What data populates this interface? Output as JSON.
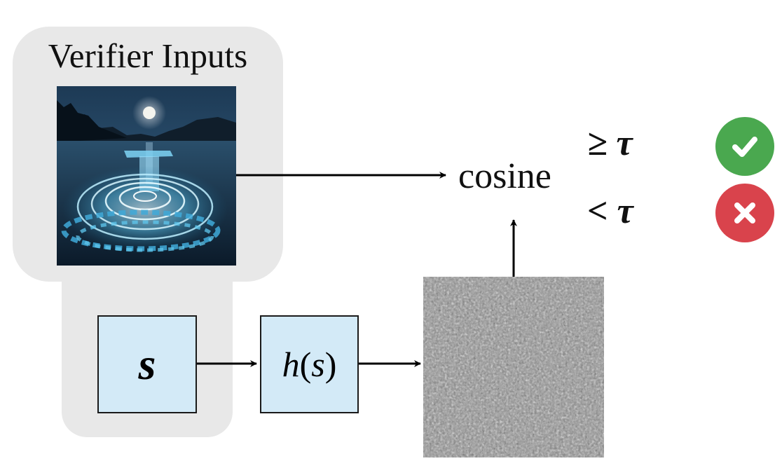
{
  "verifier": {
    "title": "Verifier Inputs"
  },
  "nodes": {
    "secret_label": "s",
    "hash_fn": "h",
    "hash_open": "(",
    "hash_arg": "s",
    "hash_close": ")",
    "cosine_label": "cosine"
  },
  "decision": {
    "pass_condition": "≥ τ",
    "fail_condition": "< τ"
  },
  "icons": {
    "pass": "check-icon",
    "fail": "cross-icon"
  },
  "colors": {
    "panel": "#e8e8e8",
    "box_fill": "#d3eaf7",
    "pass": "#4aa84f",
    "fail": "#d9434c"
  }
}
